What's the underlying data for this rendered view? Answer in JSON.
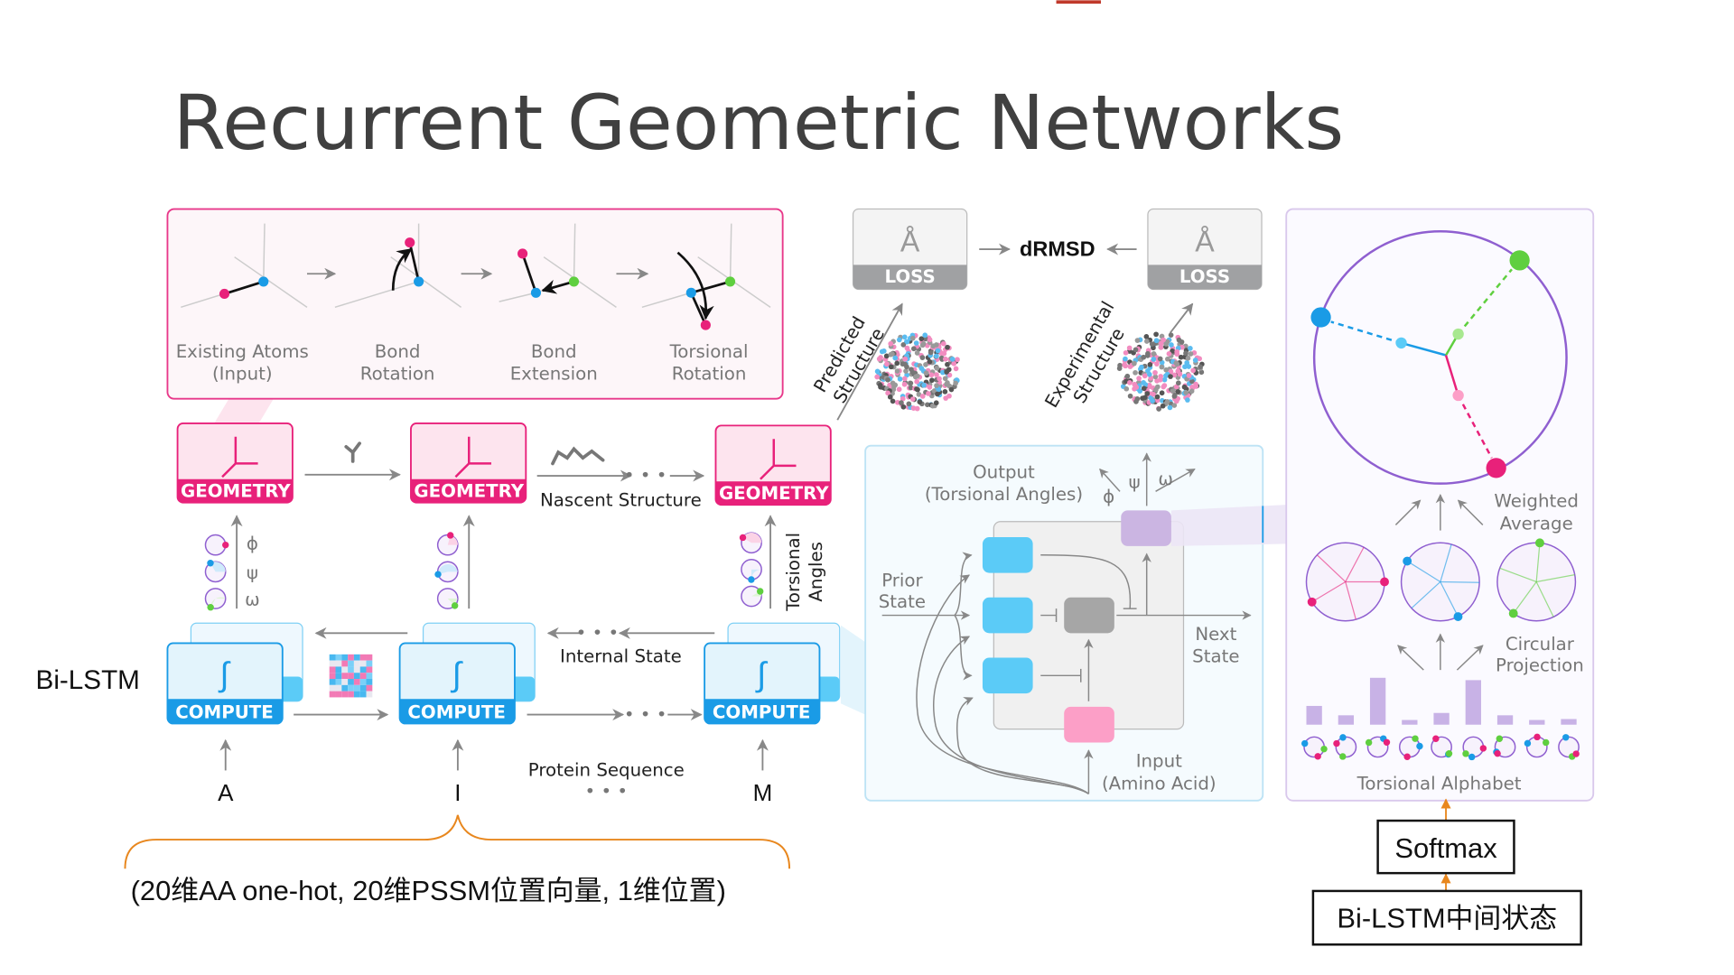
{
  "title": "Recurrent Geometric Networks",
  "steps": [
    {
      "line1": "Existing Atoms",
      "line2": "(Input)"
    },
    {
      "line1": "Bond",
      "line2": "Rotation"
    },
    {
      "line1": "Bond",
      "line2": "Extension"
    },
    {
      "line1": "Torsional",
      "line2": "Rotation"
    }
  ],
  "geometry_label": "GEOMETRY",
  "compute_label": "COMPUTE",
  "integral_symbol": "∫",
  "bilstm_label": "Bi-LSTM",
  "nascent_structure": "Nascent Structure",
  "internal_state": "Internal State",
  "protein_sequence": "Protein Sequence",
  "ellipsis": "• • •",
  "torsional_angles": {
    "line1": "Torsional",
    "line2": "Angles"
  },
  "greek": {
    "phi": "ϕ",
    "psi": "ψ",
    "omega": "ω"
  },
  "residues": [
    "A",
    "I",
    "M"
  ],
  "input_features": "(20维AA one-hot, 20维PSSM位置向量, 1维位置)",
  "loss": {
    "symbol": "Å",
    "label": "LOSS",
    "metric": "dRMSD"
  },
  "predicted_structure": {
    "line1": "Predicted",
    "line2": "Structure"
  },
  "experimental_structure": {
    "line1": "Experimental",
    "line2": "Structure"
  },
  "cell": {
    "output": "Output",
    "output_sub": "(Torsional Angles)",
    "prior": {
      "line1": "Prior",
      "line2": "State"
    },
    "next": {
      "line1": "Next",
      "line2": "State"
    },
    "input": "Input",
    "input_sub": "(Amino Acid)"
  },
  "right_panel": {
    "weighted_average": {
      "line1": "Weighted",
      "line2": "Average"
    },
    "circular_projection": {
      "line1": "Circular",
      "line2": "Projection"
    },
    "torsional_alphabet": "Torsional Alphabet",
    "alphabet_weights": [
      0.4,
      0.2,
      1.0,
      0.1,
      0.25,
      0.95,
      0.2,
      0.1,
      0.12
    ]
  },
  "softmax": "Softmax",
  "bilstm_state": "Bi-LSTM中间状态",
  "colors": {
    "pink": "#e8217a",
    "blue": "#1a9be6",
    "green": "#5fcf3f",
    "purple": "#8f5fd0",
    "orange": "#e8871e",
    "gray": "#a0a1a3"
  }
}
